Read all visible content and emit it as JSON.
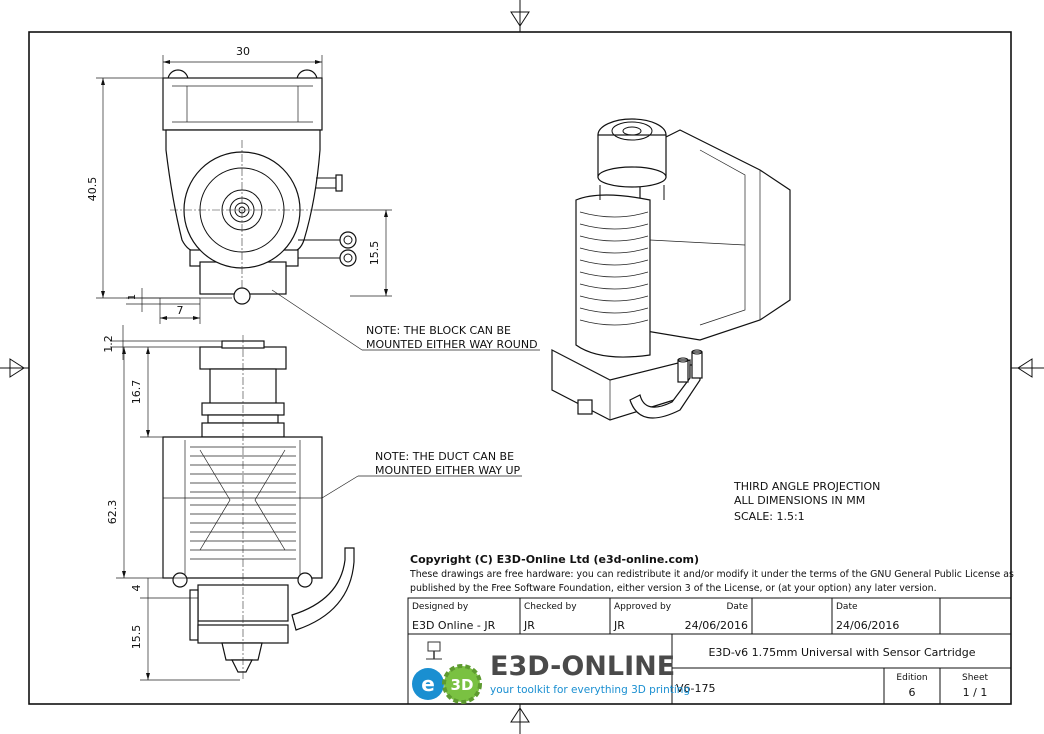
{
  "dimensions": {
    "d30": "30",
    "d40_5": "40.5",
    "d15_5_top": "15.5",
    "d1": "1",
    "d7": "7",
    "d1_2": "1.2",
    "d16_7": "16.7",
    "d62_3": "62.3",
    "d4": "4",
    "d15_5_bottom": "15.5"
  },
  "notes": {
    "block_line1": "NOTE: THE BLOCK CAN BE",
    "block_line2": "MOUNTED EITHER WAY ROUND",
    "duct_line1": "NOTE: THE DUCT CAN BE",
    "duct_line2": "MOUNTED EITHER WAY UP"
  },
  "projection": {
    "line1": "THIRD ANGLE PROJECTION",
    "line2": "ALL DIMENSIONS IN MM",
    "line3": "SCALE: 1.5:1"
  },
  "copyright": {
    "title": "Copyright (C) E3D-Online Ltd (e3d-online.com)",
    "line1": "These drawings are free hardware: you can redistribute it and/or modify it under the terms of the GNU General Public License as",
    "line2": "published by the Free Software Foundation, either version 3 of the License, or (at your option) any later version."
  },
  "title_block": {
    "designed_by_label": "Designed by",
    "designed_by": "E3D Online - JR",
    "checked_by_label": "Checked by",
    "checked_by": "JR",
    "approved_by_label": "Approved by",
    "approved_by": "JR",
    "date_label_1": "Date",
    "date_1": "24/06/2016",
    "date_label_2": "Date",
    "date_2": "24/06/2016",
    "title": "E3D-v6 1.75mm Universal with Sensor Cartridge",
    "part_no": "V6-175",
    "edition_label": "Edition",
    "edition": "6",
    "sheet_label": "Sheet",
    "sheet": "1 / 1",
    "logo_e": "e",
    "logo_3d": "3D",
    "brand": "E3D-ONLINE",
    "tagline": "your toolkit for everything 3D printing"
  }
}
